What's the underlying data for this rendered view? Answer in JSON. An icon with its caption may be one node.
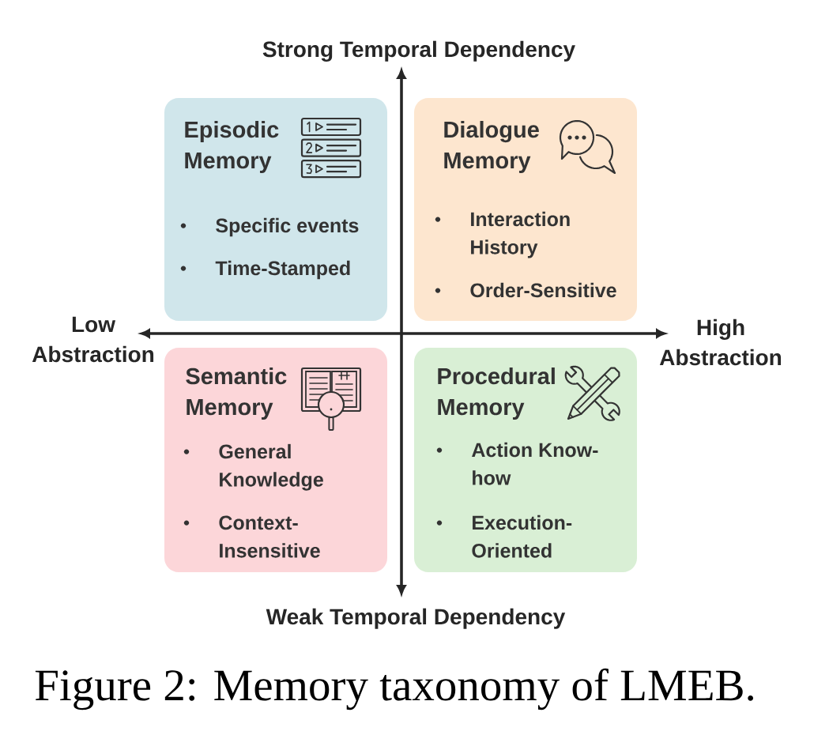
{
  "diagram": {
    "caption": "Figure 2: Memory taxonomy of LMEB.",
    "nodes": [
      {
        "text": [
          "Episodic Memory",
          "Specific events",
          "Time-Stamped"
        ]
      },
      {
        "text": [
          "Dialogue Memory",
          "Interaction History",
          "Order-Sensitive"
        ]
      },
      {
        "text": [
          "Semantic Memory",
          "General Knowledge",
          "Context-Insensitive"
        ]
      },
      {
        "text": [
          "Procedural Memory",
          "Action Know-how",
          "Execution-Oriented"
        ]
      }
    ],
    "labels": [
      "Strong Temporal Dependency",
      "Low Abstraction",
      "High Abstraction",
      "Weak Temporal Dependency"
    ]
  }
}
